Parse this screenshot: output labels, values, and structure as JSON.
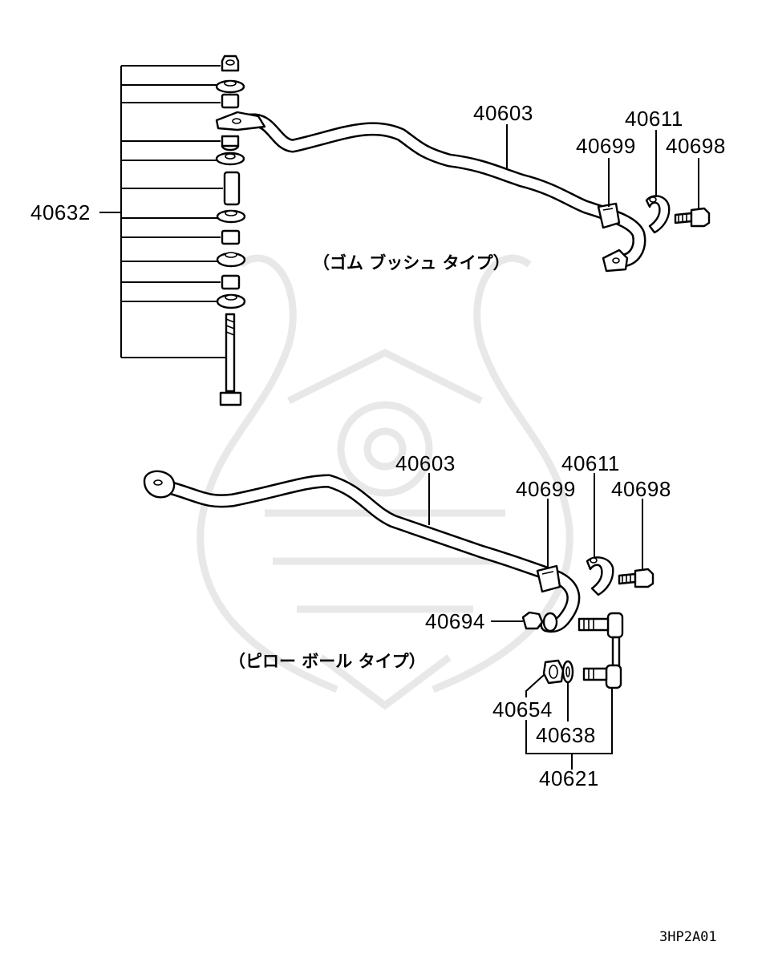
{
  "diagram": {
    "labels": {
      "p40632": "40632",
      "p40603_top": "40603",
      "p40611_top": "40611",
      "p40699_top": "40699",
      "p40698_top": "40698",
      "p40603_bottom": "40603",
      "p40611_bottom": "40611",
      "p40699_bottom": "40699",
      "p40698_bottom": "40698",
      "p40694": "40694",
      "p40654": "40654",
      "p40638": "40638",
      "p40621": "40621"
    },
    "captions": {
      "top_type": "（ゴム ブッシュ タイプ）",
      "bottom_type": "（ピロー ボール タイプ）"
    },
    "drawing_code": "3HP2A01"
  }
}
